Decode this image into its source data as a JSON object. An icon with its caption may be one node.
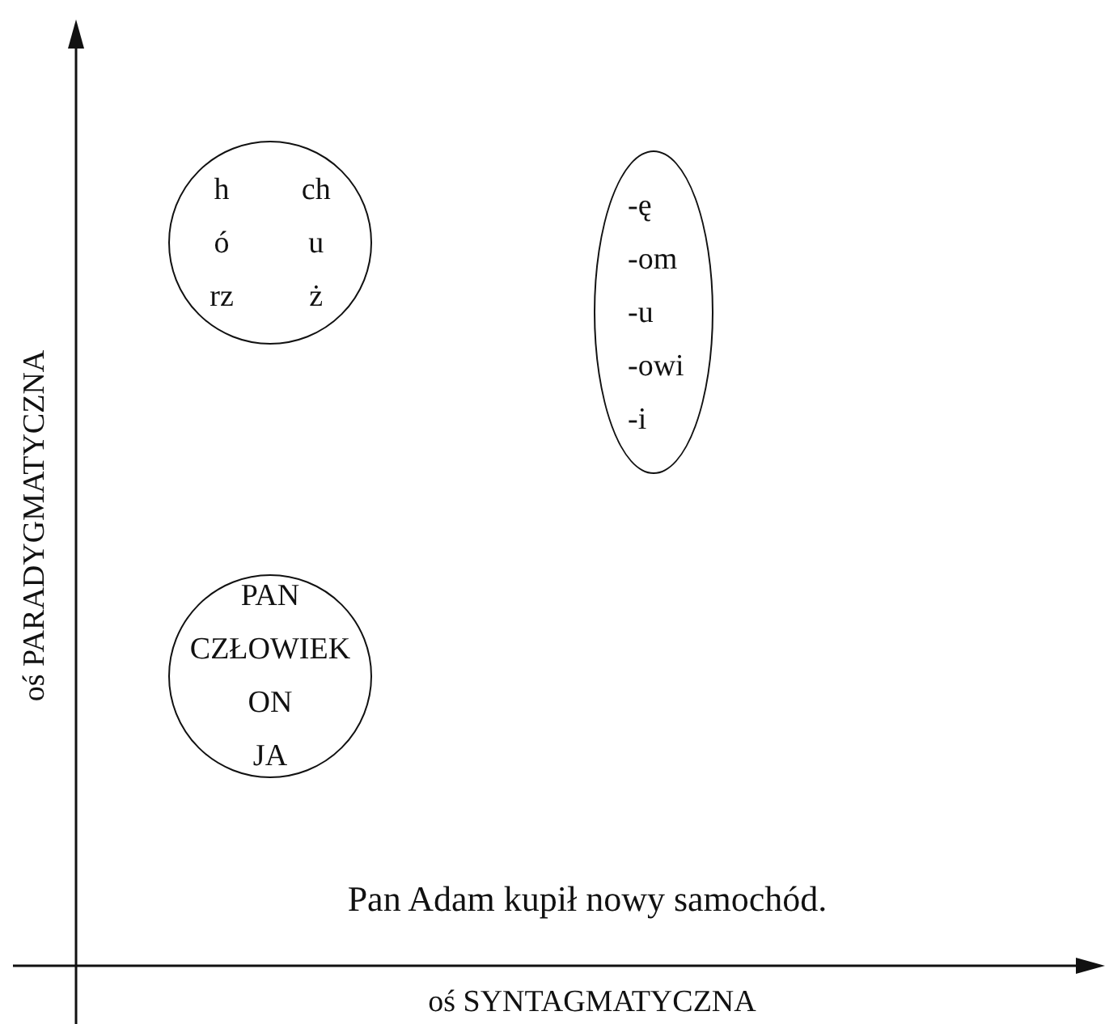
{
  "diagram": {
    "nodes": [
      {
        "text": [
          "h",
          "ch",
          "ó",
          "u",
          "rz",
          "ż"
        ]
      },
      {
        "text": [
          "-ę",
          "-om",
          "-u",
          "-owi",
          "-i"
        ]
      },
      {
        "text": [
          "PAN",
          "CZŁOWIEK",
          "ON",
          "JA"
        ]
      }
    ],
    "labels": [
      "oś PARADYGMATYCZNA",
      "Pan Adam kupił nowy samochód.",
      "oś SYNTAGMATYCZNA"
    ]
  }
}
